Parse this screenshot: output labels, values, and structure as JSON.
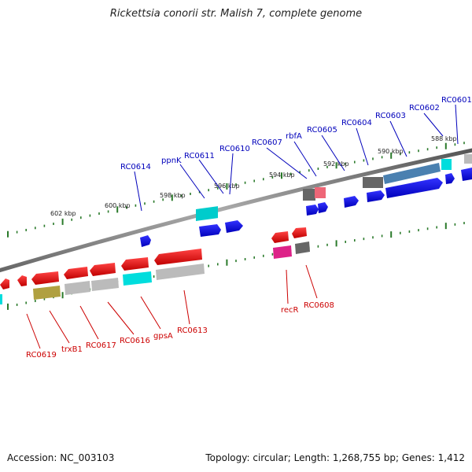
{
  "title": "Rickettsia conorii str. Malish 7, complete genome",
  "footer": {
    "accession": "Accession: NC_003103",
    "summary": "Topology: circular; Length: 1,268,755 bp; Genes: 1,412"
  },
  "ruler_labels": [
    "602 kbp",
    "600 kbp",
    "598 kbp",
    "596 kbp",
    "594 kbp",
    "592 kbp",
    "590 kbp",
    "588 kbp"
  ],
  "gene_labels_top": [
    "RC0614",
    "ppnK",
    "RC0611",
    "RC0610",
    "RC0607",
    "rbfA",
    "RC0605",
    "RC0604",
    "RC0603",
    "RC0602",
    "RC0601"
  ],
  "gene_labels_bottom": [
    "RC0619",
    "trxB1",
    "RC0617",
    "RC0616",
    "gpsA",
    "RC0613",
    "recR",
    "RC0608"
  ],
  "colors": {
    "forward_cds": "#0000ee",
    "reverse_cds": "#ee0000",
    "label_forward": "#0000bb",
    "label_reverse": "#cc0000",
    "tick": "#2a7a2a",
    "backbone": "#888888",
    "cyan": "#00dddd",
    "gray": "#bbbbbb",
    "olive": "#b0a040",
    "magenta": "#dd2288",
    "steel": "#4a80b0",
    "dark_gray": "#666666"
  }
}
